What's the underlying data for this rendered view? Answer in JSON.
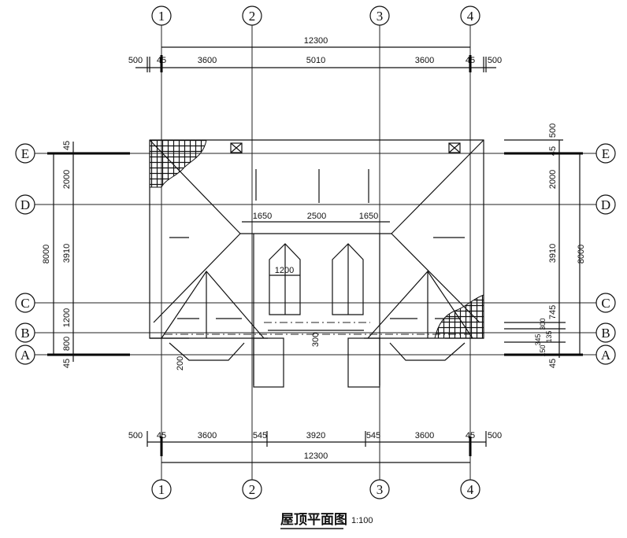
{
  "title": "屋顶平面图",
  "scale": "1:100",
  "axes": {
    "columns": [
      "1",
      "2",
      "3",
      "4"
    ],
    "rows": [
      "E",
      "D",
      "C",
      "B",
      "A"
    ]
  },
  "top_dims": {
    "overall": "12300",
    "segments": [
      "500",
      "45",
      "3600",
      "5010",
      "3600",
      "45",
      "500"
    ]
  },
  "bottom_dims": {
    "overall": "12300",
    "segments": [
      "500",
      "45",
      "3600",
      "545",
      "3920",
      "545",
      "3600",
      "45",
      "500"
    ]
  },
  "left_dims": {
    "overall": "8000",
    "segments": [
      "45",
      "2000",
      "3910",
      "1200",
      "800",
      "45"
    ]
  },
  "right_dims": {
    "overall": "8000",
    "segments": [
      "500",
      "45",
      "2000",
      "3910",
      "745",
      "300",
      "345",
      "135",
      "150",
      "45"
    ]
  },
  "inner_dims": {
    "ridge": [
      "1650",
      "2500",
      "1650"
    ],
    "dormer_width": "1200",
    "porch": "300",
    "eave": "200"
  }
}
